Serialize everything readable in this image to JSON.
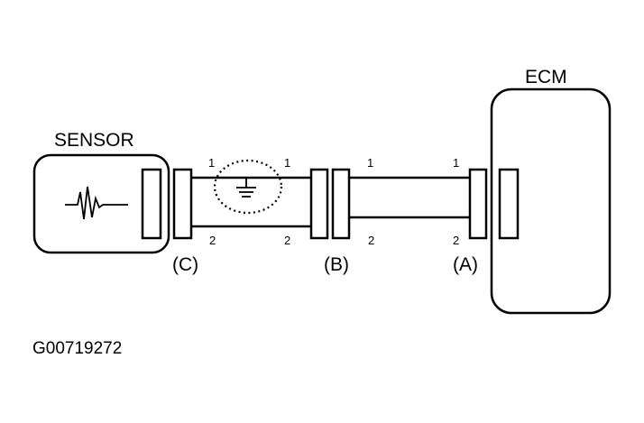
{
  "labels": {
    "sensor": "SENSOR",
    "ecm": "ECM",
    "connector_c": "(C)",
    "connector_b": "(B)",
    "connector_a": "(A)",
    "figure_code": "G00719272"
  },
  "pins": {
    "c_b_top_left": "1",
    "c_b_top_right": "1",
    "c_b_bottom_left": "2",
    "c_b_bottom_right": "2",
    "b_a_top_left": "1",
    "b_a_top_right": "1",
    "b_a_bottom_left": "2",
    "b_a_bottom_right": "2"
  },
  "colors": {
    "line": "#000000",
    "background": "#ffffff"
  }
}
